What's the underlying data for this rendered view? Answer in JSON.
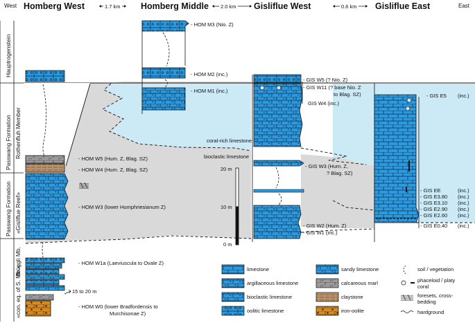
{
  "header": {
    "west_label": "West",
    "east_label": "East",
    "sections": [
      {
        "name": "Homberg West"
      },
      {
        "name": "Homberg Middle"
      },
      {
        "name": "Gisliflue West"
      },
      {
        "name": "Gisliflue East"
      }
    ],
    "distances": [
      "1.7 km",
      "2.0 km",
      "0.6 km"
    ]
  },
  "left_column": {
    "hauptrogenstein": "Hauptrogenstein",
    "passwang_upper": "Passwang Formation",
    "rothenfluh": "Rothenfluh Member",
    "gisliflue_reef": "«Gisliflue Reef»",
    "passwang_lower": "Passwang Formation",
    "bruggli": "Brüggli Mb.",
    "con_eq": "«con. eq. of S. Mb.»"
  },
  "labels": {
    "hom_m3": "- HOM M3  (Nio. Z)",
    "hom_m2": "- HOM M2  (inc.)",
    "hom_m1": "- HOM M1  (inc.)",
    "hom_w5": "- HOM W5  (Hum. Z, Blag. SZ)",
    "hom_w4": "- HOM W4  (Hum. Z, Blag. SZ)",
    "hom_w3": "- HOM W3  (lower Humphriesianum Z)",
    "hom_w1a": "- HOM W1a  (Laeviuscula to Ovale Z)",
    "hom_w0a": "- HOM W0  (lower Bradfordensis to",
    "hom_w0b": "Murchisonae Z)",
    "thickness_note": "15 to 20 m",
    "gis_w5": "- GIS W5  (? Nio. Z)",
    "gis_w11a": "- GIS W11 (? base Nio. Z",
    "gis_w11b": "to Blag. SZ)",
    "gis_w4": "GIS W4  (inc.)",
    "gis_w3a": "- GIS W3  (Hum. Z,",
    "gis_w3b": "? Blag. SZ)",
    "gis_w2": "- GIS W2  (Hum. Z)",
    "gis_w1": "- GIS W1  (inc.)",
    "gis_e5": "- GIS E5",
    "gis_e5_inc": "(inc.)",
    "gis_ee": "- GIS EE",
    "gis_e380": "- GIS E3.80",
    "gis_e310": "- GIS E3.10",
    "gis_e290": "- GIS E2.90",
    "gis_e260": "- GIS E2.60",
    "gis_e040": "- GIS E0.40",
    "inc": "(inc.)",
    "coral_rich": "coral-rich limestone",
    "bioclastic": "bioclastic limestone"
  },
  "scale": {
    "m20": "20 m",
    "m10": "10 m",
    "m0": "0 m"
  },
  "legend": [
    {
      "label": "limestone"
    },
    {
      "label": "argillaceous limestone"
    },
    {
      "label": "bioclastic limestone"
    },
    {
      "label": "oolitic limestone"
    },
    {
      "label": "sandy limestone"
    },
    {
      "label": "calcareous marl"
    },
    {
      "label": "claystone"
    },
    {
      "label": "iron-oolite"
    },
    {
      "label": "soil / vegetation"
    },
    {
      "label": "phaceloid / platy"
    },
    {
      "label": "coral"
    },
    {
      "label": "foresets, cross-"
    },
    {
      "label": "bedding"
    },
    {
      "label": "hardground"
    }
  ],
  "colors": {
    "limestone_blue": "#2a9be0",
    "light_blue": "#cce9f6",
    "reef_grey": "#d9d9d9",
    "marl_grey": "#9a9a9a",
    "clay_brown": "#b8936a",
    "iron_orange": "#d98a1e"
  }
}
